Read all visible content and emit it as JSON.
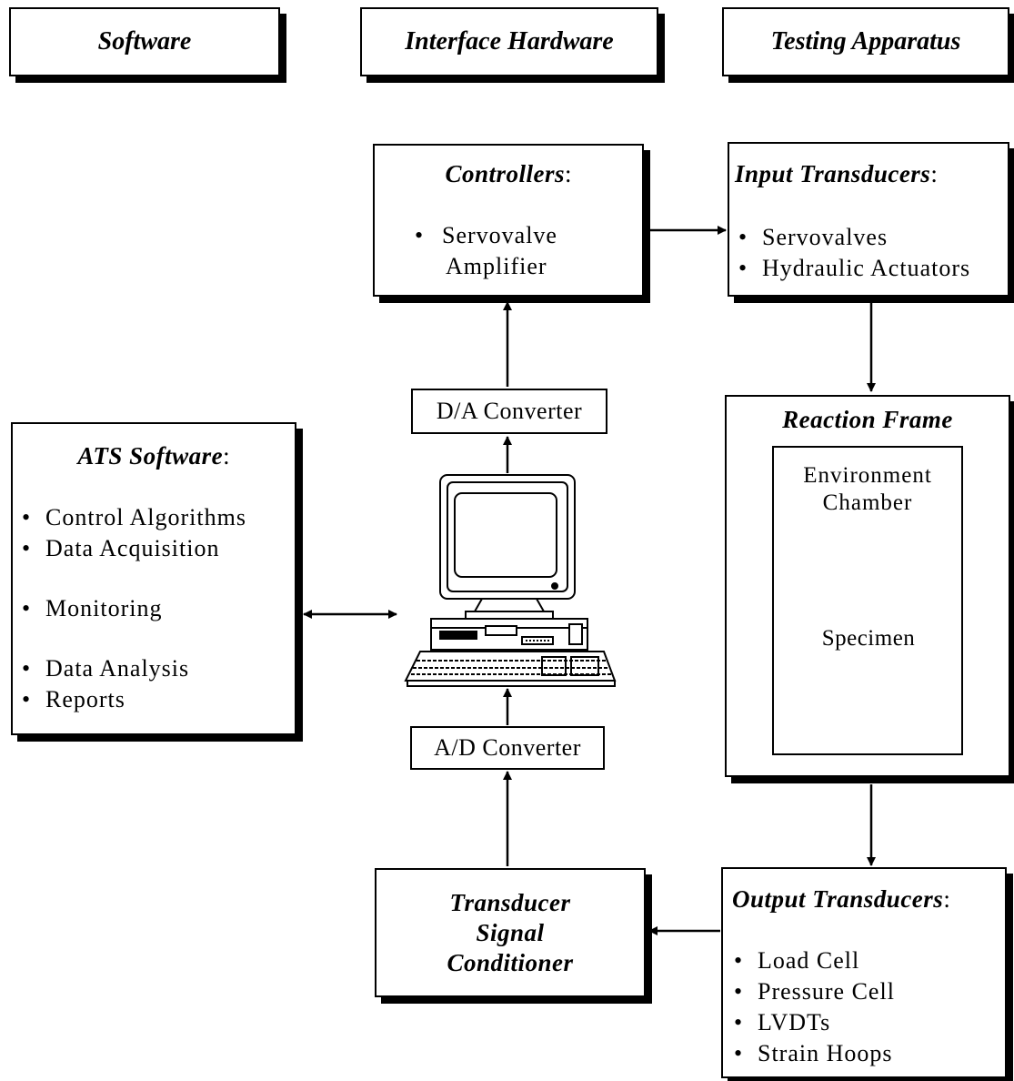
{
  "headers": {
    "software": "Software",
    "interface_hardware": "Interface Hardware",
    "testing_apparatus": "Testing Apparatus"
  },
  "controllers": {
    "title": "Controllers",
    "items": [
      "Servovalve",
      "Amplifier"
    ]
  },
  "input_transducers": {
    "title": "Input Transducers",
    "items": [
      "Servovalves",
      "Hydraulic Actuators"
    ]
  },
  "da_converter": "D/A Converter",
  "ad_converter": "A/D Converter",
  "ats_software": {
    "title": "ATS Software",
    "items": [
      "Control Algorithms",
      "Data Acquisition",
      "Monitoring",
      "Data Analysis",
      "Reports"
    ]
  },
  "reaction_frame": {
    "title": "Reaction Frame",
    "environment_chamber": [
      "Environment",
      "Chamber"
    ],
    "specimen": "Specimen"
  },
  "signal_conditioner": [
    "Transducer",
    "Signal",
    "Conditioner"
  ],
  "output_transducers": {
    "title": "Output Transducers",
    "items": [
      "Load Cell",
      "Pressure Cell",
      "LVDTs",
      "Strain Hoops"
    ]
  },
  "icons": [
    "computer-icon"
  ]
}
